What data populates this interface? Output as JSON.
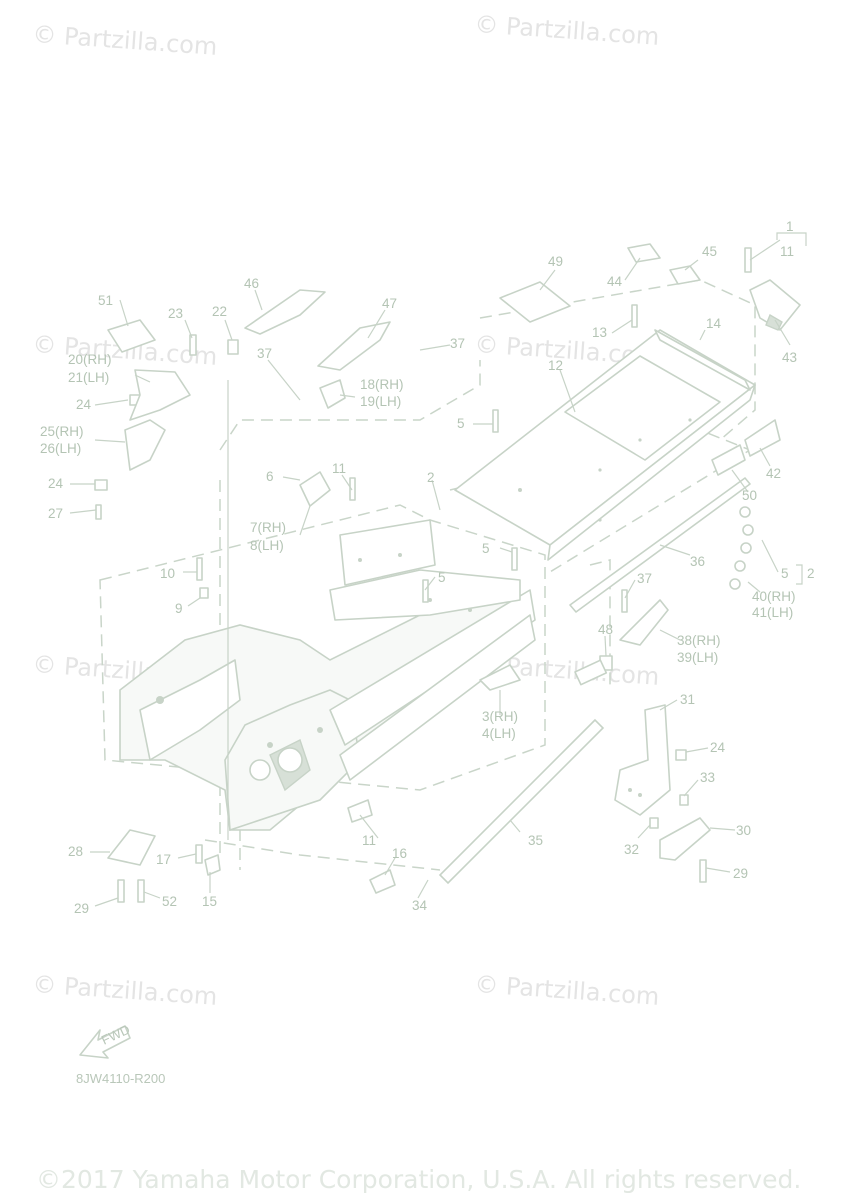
{
  "watermarks": [
    "© Partzilla.com",
    "© Partzilla.com",
    "© Partzilla.com",
    "© Partzilla.com",
    "© Partzilla.com",
    "© Partzilla.com",
    "© Partzilla.com",
    "© Partzilla.com"
  ],
  "diagram_code": "8JW4110-R200",
  "fwd_label": "FWD",
  "copyright": "©2017 Yamaha Motor Corporation, U.S.A. All rights reserved.",
  "callouts": [
    {
      "id": "c1",
      "text": "1"
    },
    {
      "id": "c11a",
      "text": "11"
    },
    {
      "id": "c44",
      "text": "44"
    },
    {
      "id": "c45",
      "text": "45"
    },
    {
      "id": "c49",
      "text": "49"
    },
    {
      "id": "c46",
      "text": "46"
    },
    {
      "id": "c47",
      "text": "47"
    },
    {
      "id": "c51",
      "text": "51"
    },
    {
      "id": "c23",
      "text": "23"
    },
    {
      "id": "c22",
      "text": "22"
    },
    {
      "id": "c20",
      "text": "20(RH)"
    },
    {
      "id": "c21",
      "text": "21(LH)"
    },
    {
      "id": "c24a",
      "text": "24"
    },
    {
      "id": "c25",
      "text": "25(RH)"
    },
    {
      "id": "c26",
      "text": "26(LH)"
    },
    {
      "id": "c24b",
      "text": "24"
    },
    {
      "id": "c27",
      "text": "27"
    },
    {
      "id": "c37a",
      "text": "37"
    },
    {
      "id": "c37b",
      "text": "37"
    },
    {
      "id": "c18",
      "text": "18(RH)"
    },
    {
      "id": "c19",
      "text": "19(LH)"
    },
    {
      "id": "c13",
      "text": "13"
    },
    {
      "id": "c12",
      "text": "12"
    },
    {
      "id": "c14",
      "text": "14"
    },
    {
      "id": "c43",
      "text": "43"
    },
    {
      "id": "c5a",
      "text": "5"
    },
    {
      "id": "c6",
      "text": "6"
    },
    {
      "id": "c11b",
      "text": "11"
    },
    {
      "id": "c2a",
      "text": "2"
    },
    {
      "id": "c7",
      "text": "7(RH)"
    },
    {
      "id": "c8",
      "text": "8(LH)"
    },
    {
      "id": "c42",
      "text": "42"
    },
    {
      "id": "c50",
      "text": "50"
    },
    {
      "id": "c5b",
      "text": "5"
    },
    {
      "id": "c36",
      "text": "36"
    },
    {
      "id": "c10",
      "text": "10"
    },
    {
      "id": "c5c",
      "text": "5"
    },
    {
      "id": "c9",
      "text": "9"
    },
    {
      "id": "c37c",
      "text": "37"
    },
    {
      "id": "c5d",
      "text": "5"
    },
    {
      "id": "c2b",
      "text": "2"
    },
    {
      "id": "c40",
      "text": "40(RH)"
    },
    {
      "id": "c41",
      "text": "41(LH)"
    },
    {
      "id": "c48",
      "text": "48"
    },
    {
      "id": "c38",
      "text": "38(RH)"
    },
    {
      "id": "c39",
      "text": "39(LH)"
    },
    {
      "id": "c31",
      "text": "31"
    },
    {
      "id": "c3",
      "text": "3(RH)"
    },
    {
      "id": "c4",
      "text": "4(LH)"
    },
    {
      "id": "c24c",
      "text": "24"
    },
    {
      "id": "c33",
      "text": "33"
    },
    {
      "id": "c30",
      "text": "30"
    },
    {
      "id": "c32",
      "text": "32"
    },
    {
      "id": "c29a",
      "text": "29"
    },
    {
      "id": "c35",
      "text": "35"
    },
    {
      "id": "c11c",
      "text": "11"
    },
    {
      "id": "c16",
      "text": "16"
    },
    {
      "id": "c28",
      "text": "28"
    },
    {
      "id": "c17",
      "text": "17"
    },
    {
      "id": "c29b",
      "text": "29"
    },
    {
      "id": "c52",
      "text": "52"
    },
    {
      "id": "c15",
      "text": "15"
    },
    {
      "id": "c34",
      "text": "34"
    }
  ]
}
